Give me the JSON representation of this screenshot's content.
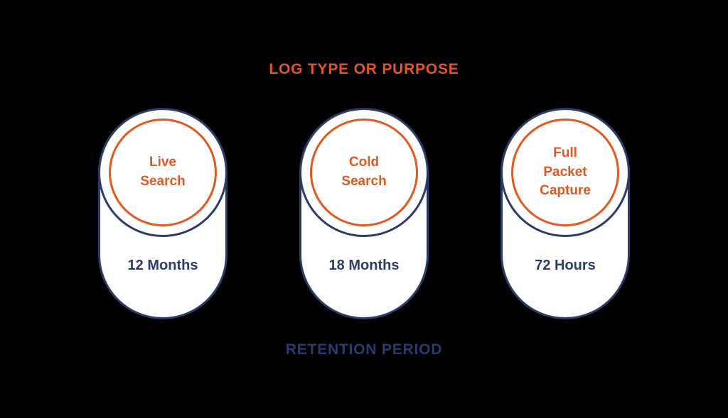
{
  "background_color": "#000000",
  "colors": {
    "orange": "#E4571D",
    "navy": "#293C6B",
    "pill_fill": "#FFFFFF"
  },
  "header": {
    "title": "LOG TYPE OR PURPOSE"
  },
  "footer": {
    "title": "RETENTION PERIOD"
  },
  "pills": [
    {
      "log_type": "Live Search",
      "retention": "12 Months"
    },
    {
      "log_type": "Cold Search",
      "retention": "18 Months"
    },
    {
      "log_type": "Full Packet Capture",
      "retention": "72 Hours"
    }
  ]
}
